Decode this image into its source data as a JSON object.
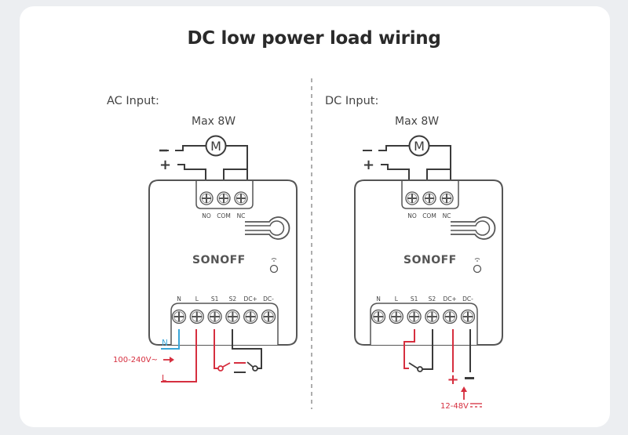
{
  "title": "DC low power load wiring",
  "colors": {
    "line": "#3b3b3b",
    "red": "#d62f3f",
    "blue": "#3aa6d8",
    "divider": "#777777",
    "body_stroke": "#555555"
  },
  "panels": [
    {
      "id": "ac",
      "label": "AC Input:",
      "max_label": "Max 8W",
      "motor_symbol": "M",
      "load_minus": "–",
      "load_plus": "+",
      "relay_terminals": [
        "NO",
        "COM",
        "NC"
      ],
      "bottom_terminals": [
        "N",
        "L",
        "S1",
        "S2",
        "DC+",
        "DC-"
      ],
      "brand": "SONOFF",
      "supply": {
        "voltage_label": "100-240V~",
        "n_label": "N",
        "l_label": "L"
      }
    },
    {
      "id": "dc",
      "label": "DC Input:",
      "max_label": "Max 8W",
      "motor_symbol": "M",
      "load_minus": "–",
      "load_plus": "+",
      "relay_terminals": [
        "NO",
        "COM",
        "NC"
      ],
      "bottom_terminals": [
        "N",
        "L",
        "S1",
        "S2",
        "DC+",
        "DC-"
      ],
      "brand": "SONOFF",
      "supply": {
        "voltage_label": "12-48V",
        "dc_symbol": "⎓",
        "plus_label": "+",
        "minus_label": "–"
      }
    }
  ]
}
